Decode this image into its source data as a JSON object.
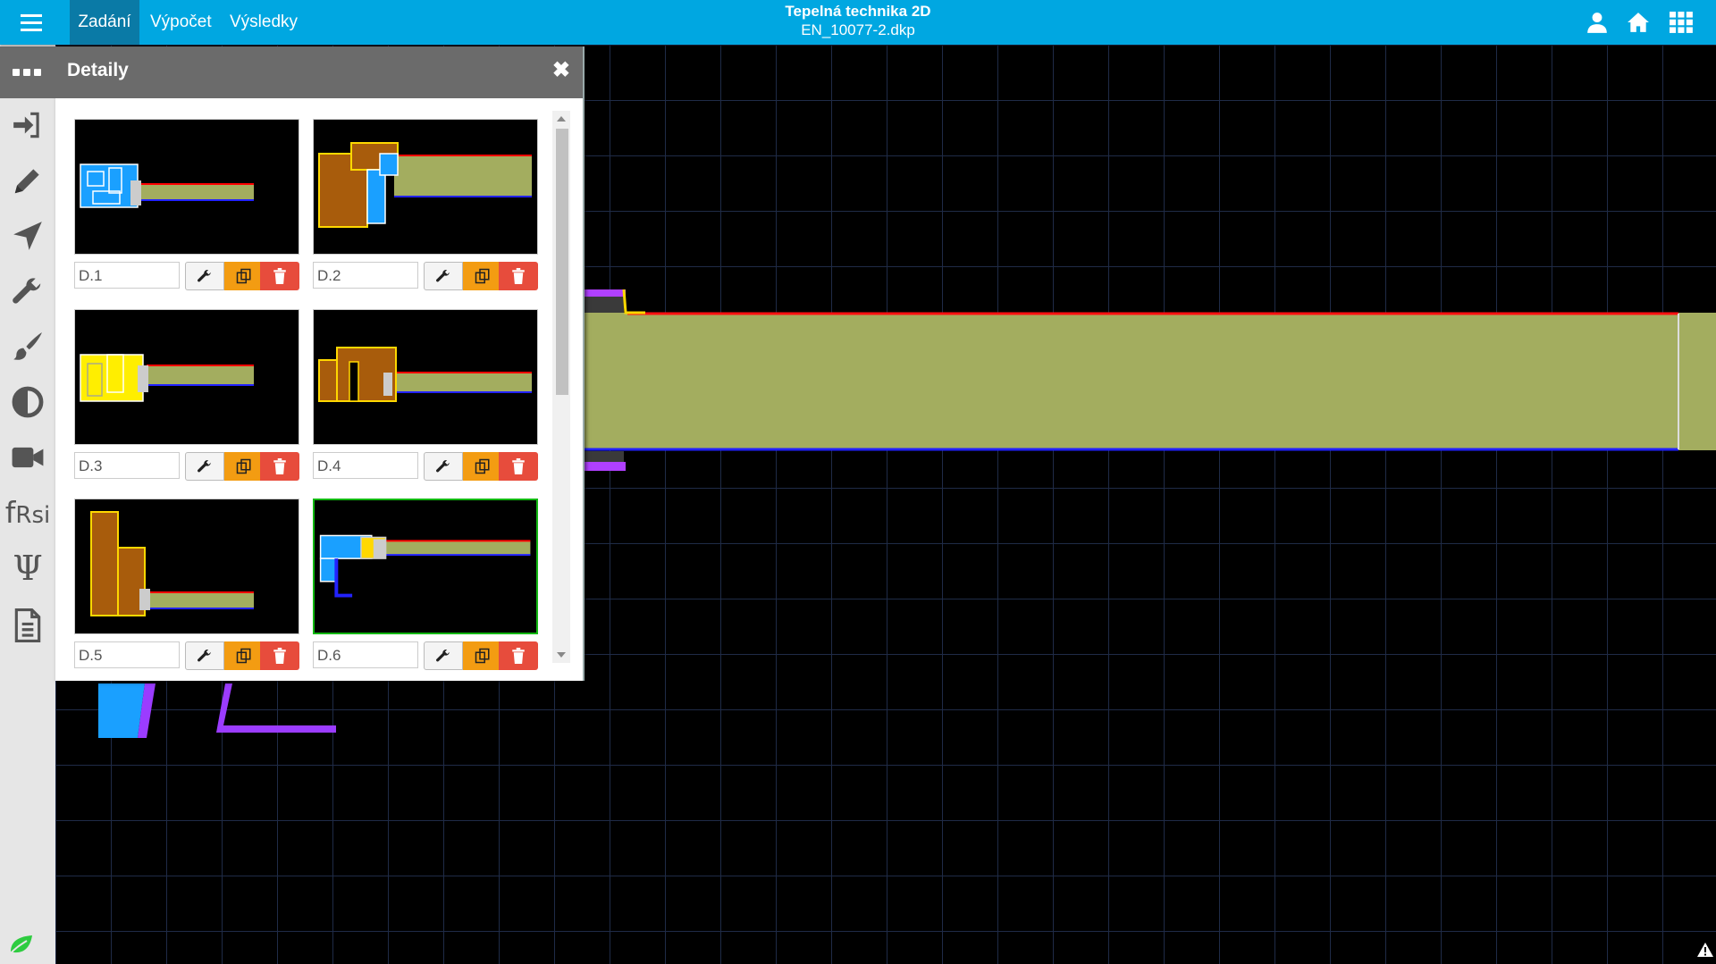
{
  "topbar": {
    "tabs": [
      {
        "label": "Zadání",
        "active": true
      },
      {
        "label": "Výpočet",
        "active": false
      },
      {
        "label": "Výsledky",
        "active": false
      }
    ],
    "app_title": "Tepelná technika 2D",
    "file_name": "EN_10077-2.dkp",
    "right_icons": [
      "user-icon",
      "home-icon",
      "apps-grid-icon"
    ]
  },
  "sidebar": {
    "items": [
      "sign-in-icon",
      "pencil-icon",
      "navigation-arrow-icon",
      "wrench-icon",
      "paintbrush-icon",
      "contrast-icon",
      "video-camera-icon",
      "frsi-icon",
      "psi-icon",
      "document-icon"
    ],
    "frsi_f": "f",
    "frsi_sub": "Rsi",
    "psi_label": "Ψ",
    "footer_icon": "leaf-icon"
  },
  "panel": {
    "title": "Detaily",
    "details": [
      {
        "name": "D.1",
        "selected": false
      },
      {
        "name": "D.2",
        "selected": false
      },
      {
        "name": "D.3",
        "selected": false
      },
      {
        "name": "D.4",
        "selected": false
      },
      {
        "name": "D.5",
        "selected": false
      },
      {
        "name": "D.6",
        "selected": true
      }
    ]
  },
  "colors": {
    "topbar": "#00a7e1",
    "active_tab": "#0a7aa6",
    "panel_header": "#6b6b6b",
    "canvas": "#000000",
    "grid": "#1f2b47",
    "wall": "#a3ad5f",
    "edit_button": "#f4f4f4",
    "copy_button": "#f39c12",
    "delete_button": "#e74c3c",
    "selection": "#12b812"
  }
}
